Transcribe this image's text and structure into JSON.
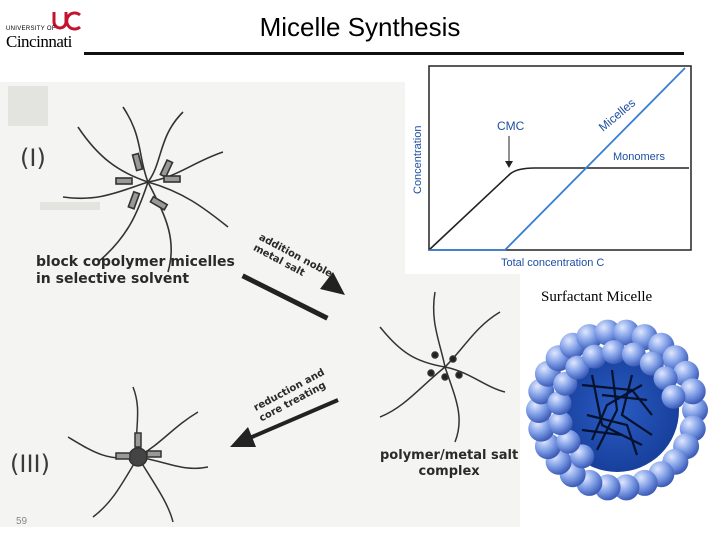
{
  "header": {
    "logo_top": "UNIVERSITY OF",
    "logo_name": "Cincinnati",
    "title": "Micelle Synthesis"
  },
  "scheme": {
    "step1": "(I)",
    "step3": "(III)",
    "label_micelles_1": "block copolymer micelles",
    "label_micelles_2": "in selective solvent",
    "arrow1_line1": "addition noble",
    "arrow1_line2": "metal salt",
    "arrow2_line1": "reduction and",
    "arrow2_line2": "core treating",
    "complex_1": "polymer/metal salt",
    "complex_2": "complex"
  },
  "graph": {
    "ylabel": "Concentration",
    "xlabel": "Total concentration C",
    "cmc_label": "CMC",
    "micelles_label": "Micelles",
    "monomers_label": "Monomers"
  },
  "surfactant_label": "Surfactant Micelle",
  "colors": {
    "accent_red": "#c4122f",
    "graph_blue": "#3a7fd0",
    "sphere_blue": "#6f8fdc",
    "core_blue": "#1d46a8"
  },
  "slide_number": "59"
}
